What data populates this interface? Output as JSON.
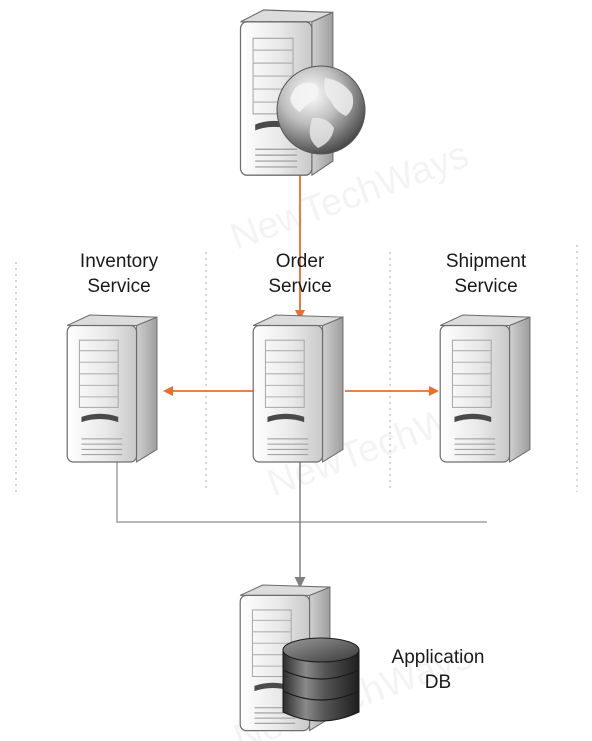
{
  "diagram": {
    "services": {
      "inventory": {
        "line1": "Inventory",
        "line2": "Service"
      },
      "order": {
        "line1": "Order",
        "line2": "Service"
      },
      "shipment": {
        "line1": "Shipment",
        "line2": "Service"
      }
    },
    "database": {
      "line1": "Application",
      "line2": "DB"
    },
    "watermark": "NewTechWays",
    "colors": {
      "arrow_orange": "#e8702a",
      "line_gray": "#a0a0a0",
      "arrow_gray": "#808080",
      "column_divider": "#c8c8c8"
    }
  }
}
